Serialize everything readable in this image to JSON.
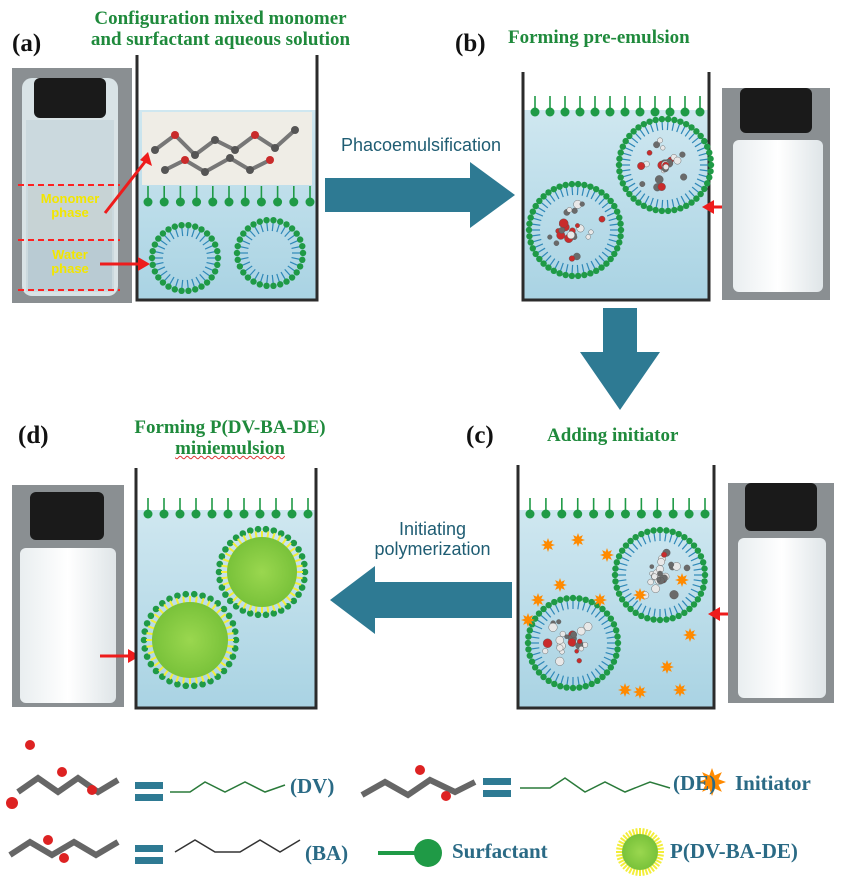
{
  "panels": {
    "a": {
      "label": "(a)",
      "title_line1": "Configuration mixed monomer",
      "title_line2": "and surfactant aqueous solution",
      "monomer_label_1": "Monomer",
      "monomer_label_2": "phase",
      "water_label_1": "Water",
      "water_label_2": "phase"
    },
    "b": {
      "label": "(b)",
      "title": "Forming pre-emulsion"
    },
    "c": {
      "label": "(c)",
      "title": "Adding initiator"
    },
    "d": {
      "label": "(d)",
      "title_line1": "Forming P(DV-BA-DE)",
      "title_line2": "miniemulsion"
    }
  },
  "arrows": {
    "a_to_b": "Phacoemulsification",
    "c_to_d_line1": "Initiating",
    "c_to_d_line2": "polymerization"
  },
  "legend": {
    "dv": "(DV)",
    "de": "(DE)",
    "ba": "(BA)",
    "initiator": "Initiator",
    "surfactant": "Surfactant",
    "polymer": "P(DV-BA-DE)"
  },
  "colors": {
    "water": "#b7dbe8",
    "surfactant": "#1f9a46",
    "arrow": "#2e7a93",
    "title_green": "#1f8a3c",
    "legend_text": "#2a6a85",
    "initiator": "#ff8a00",
    "polymer": "#8fd14a"
  }
}
